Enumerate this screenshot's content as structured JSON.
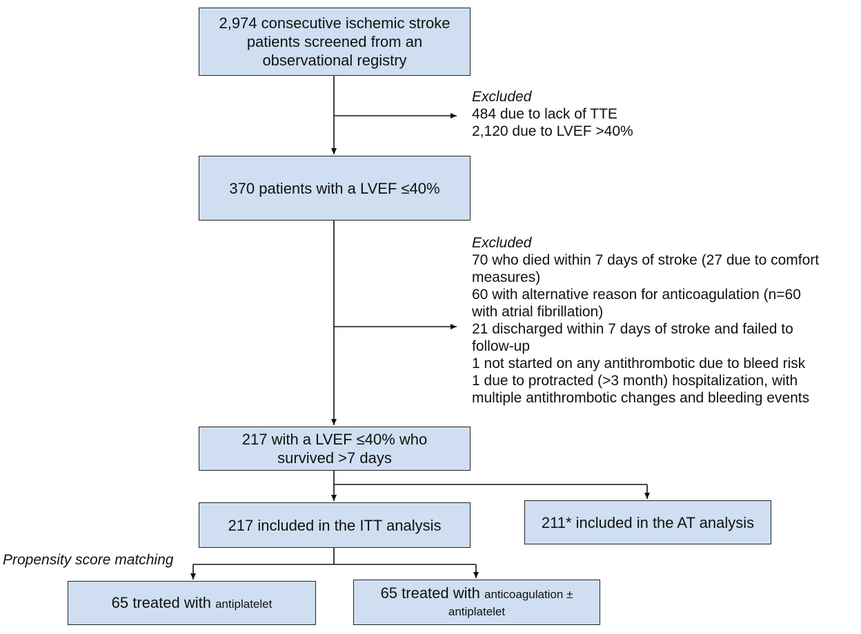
{
  "boxes": {
    "screened": {
      "lines": [
        "2,974 consecutive ischemic stroke",
        "patients screened from an",
        "observational registry"
      ]
    },
    "lvef": {
      "text": "370 patients with a LVEF ≤40%"
    },
    "survived": {
      "lines": [
        "217 with a LVEF ≤40% who",
        "survived >7 days"
      ]
    },
    "itt": {
      "text": "217 included in the ITT analysis"
    },
    "at": {
      "text": "211* included in the AT analysis"
    },
    "antiplatelet": {
      "prefix": "65 treated with ",
      "suffix": "antiplatelet"
    },
    "anticoag": {
      "prefix": "65 treated with ",
      "mid": "anticoagulation ±",
      "suffix": "antiplatelet"
    }
  },
  "exclusion1": {
    "title": "Excluded",
    "items": [
      "484 due to lack of TTE",
      "2,120 due to LVEF >40%"
    ]
  },
  "exclusion2": {
    "title": "Excluded",
    "lines": [
      "70 who died within 7 days of stroke (27 due to comfort",
      "measures)",
      "60 with alternative reason for anticoagulation (n=60",
      "with atrial fibrillation)",
      "21 discharged within 7 days of stroke and failed to",
      "follow-up",
      "1 not started on any antithrombotic due to bleed risk",
      "1 due to protracted (>3 month) hospitalization, with",
      "multiple antithrombotic changes and bleeding events"
    ]
  },
  "matching_label": "Propensity score matching"
}
